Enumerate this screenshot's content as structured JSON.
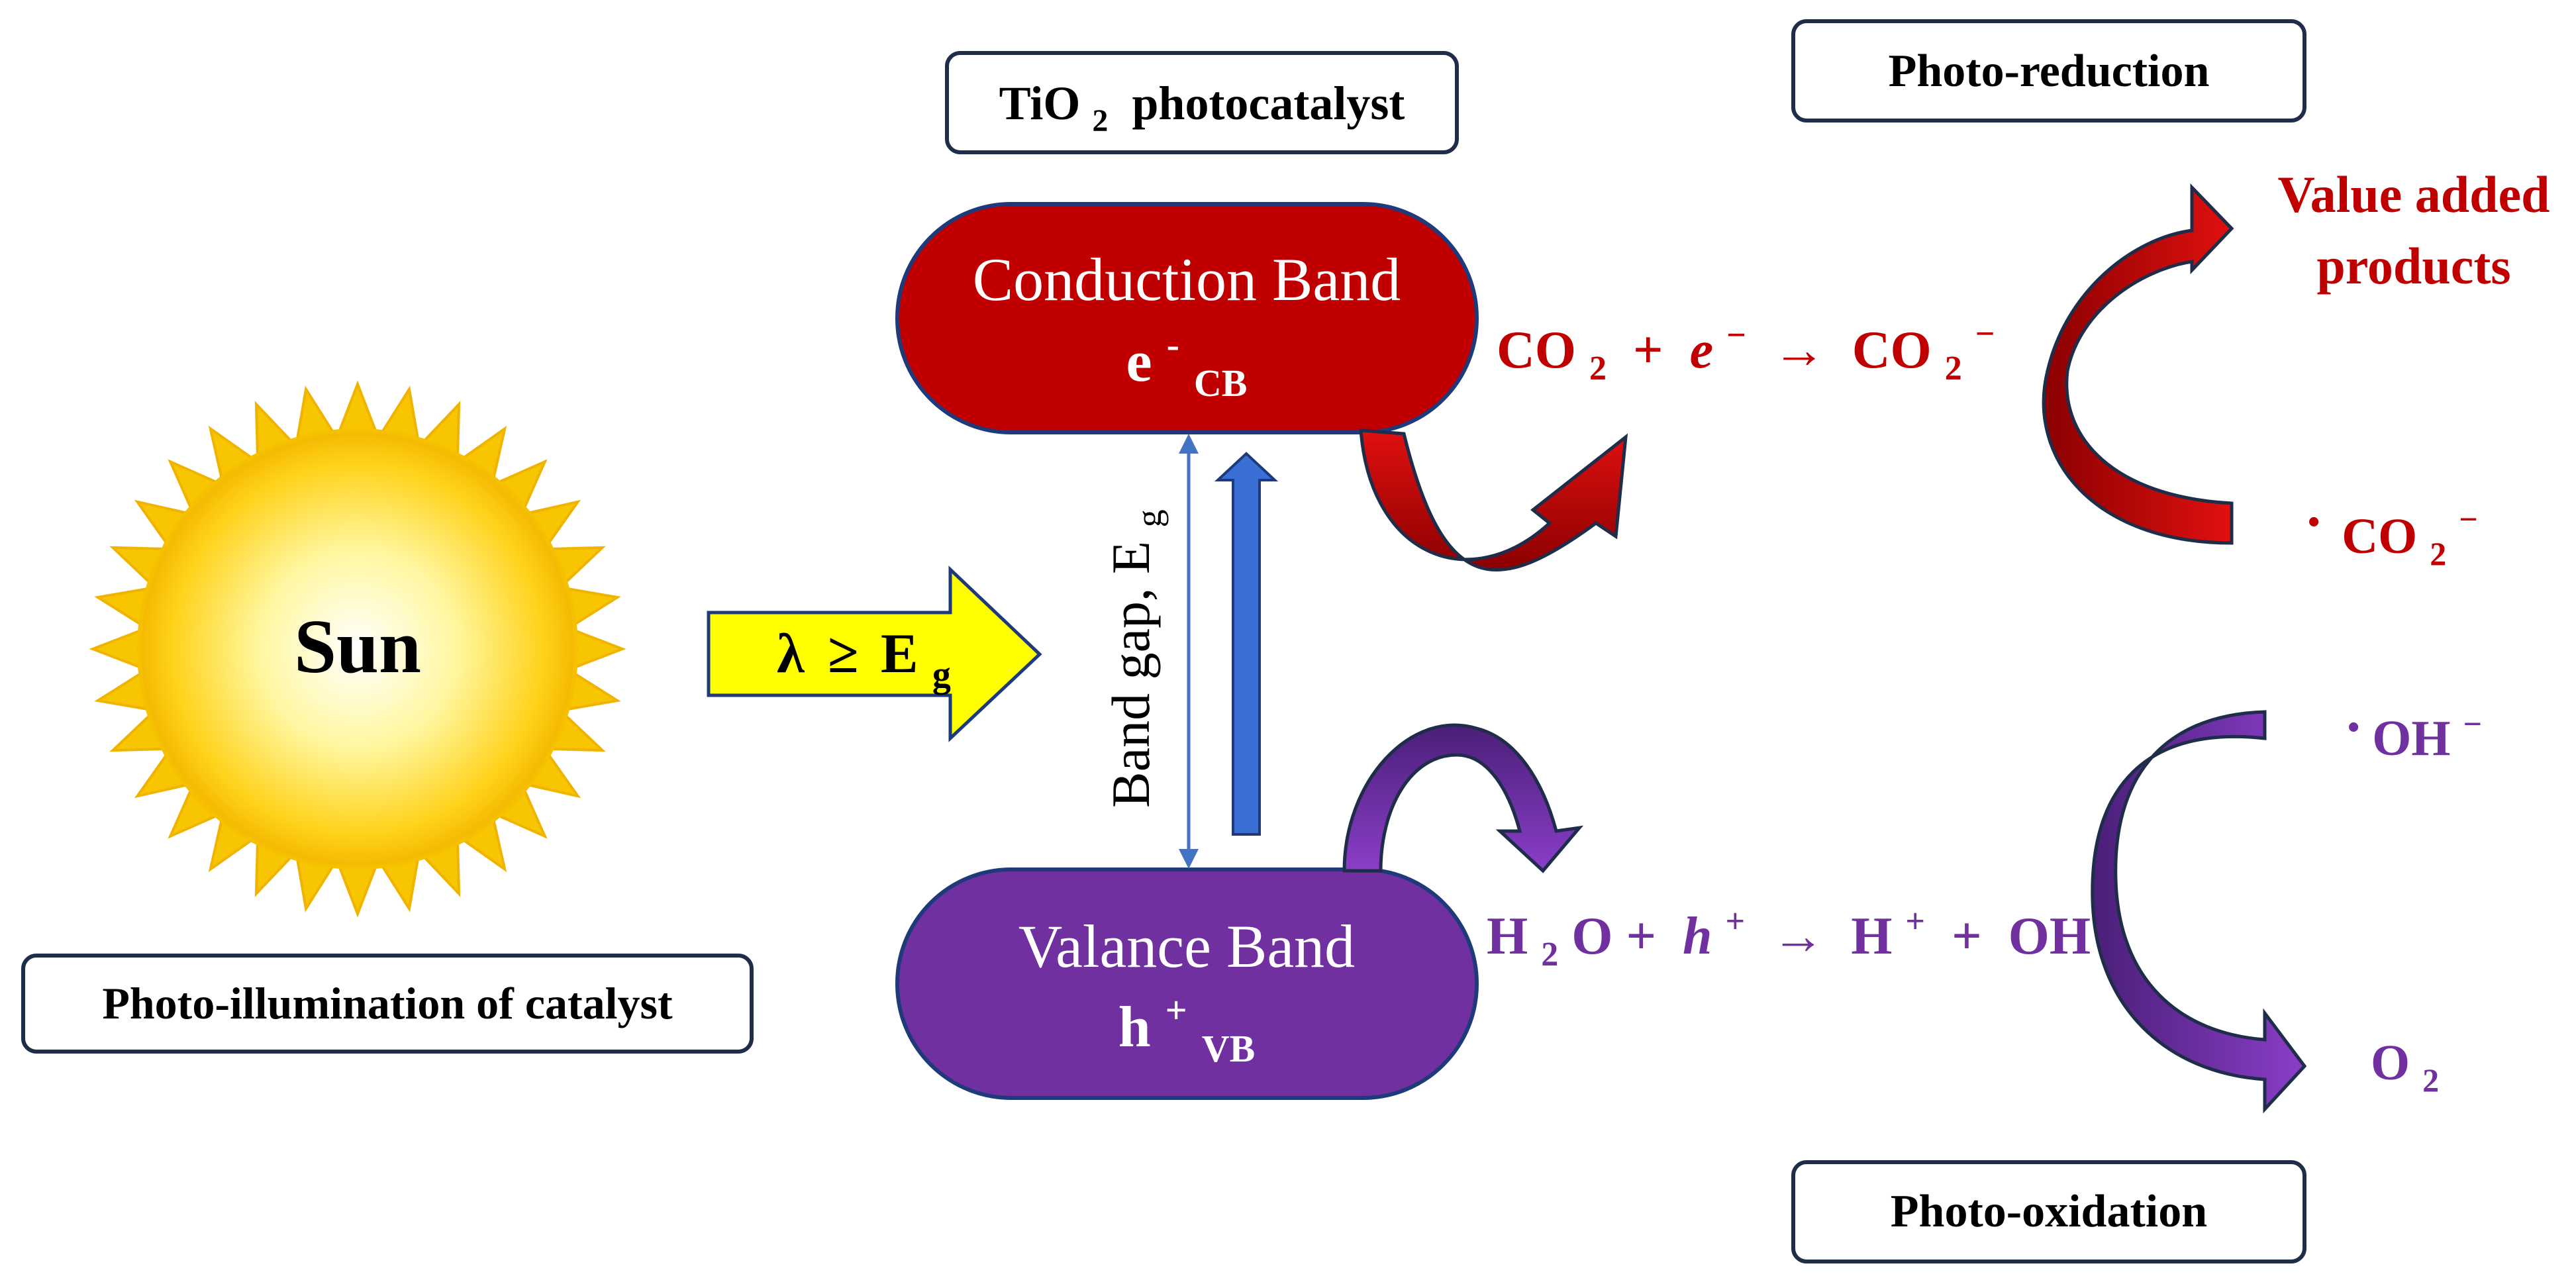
{
  "title_box": {
    "prefix": "TiO",
    "sub": "2",
    "suffix": " photocatalyst"
  },
  "sun_label": "Sun",
  "illumination_label": "Photo-illumination of catalyst",
  "excitation_arrow": {
    "lambda": "λ",
    "relation": "≥",
    "e": "E",
    "sub": "g"
  },
  "band_gap": {
    "text": "Band gap, E",
    "sub": "g"
  },
  "conduction_band": {
    "title": "Conduction Band",
    "carrier": "e",
    "sup": "-",
    "sub": "CB"
  },
  "valence_band": {
    "title": "Valance Band",
    "carrier": "h",
    "sup": "+",
    "sub": "VB"
  },
  "reduction_eq": {
    "p1": "CO",
    "s1": "2",
    "p2": " + ",
    "e": "e",
    "esup": "−",
    "arrow": " → ",
    "p3": "CO",
    "s3": "2",
    "s3sup": "−"
  },
  "oxidation_eq": {
    "p1": "H",
    "s1": "2",
    "p2": "O + ",
    "h": "h",
    "hsup": "+",
    "arrow": " → ",
    "p3": "H",
    "p3sup": "+",
    "p4": " +  OH",
    "p4sup": "−"
  },
  "photo_reduction_label": "Photo-reduction",
  "photo_oxidation_label": "Photo-oxidation",
  "value_added": {
    "line1": "Value added",
    "line2": "products"
  },
  "co2_radical": {
    "dot": "•",
    "p": "CO",
    "sub": "2",
    "sup": "−"
  },
  "oh_radical": {
    "dot": "•",
    "p": "OH",
    "sup": "−"
  },
  "oxygen": {
    "p": "O",
    "sub": "2"
  },
  "colors": {
    "conduction": "#c00000",
    "valence": "#7030a0",
    "reduction_text": "#c00000",
    "oxidation_text": "#7030a0",
    "excitation_fill": "#ffff00",
    "bandgap_line": "#4472c4",
    "box_border": "#1f2d4a"
  }
}
